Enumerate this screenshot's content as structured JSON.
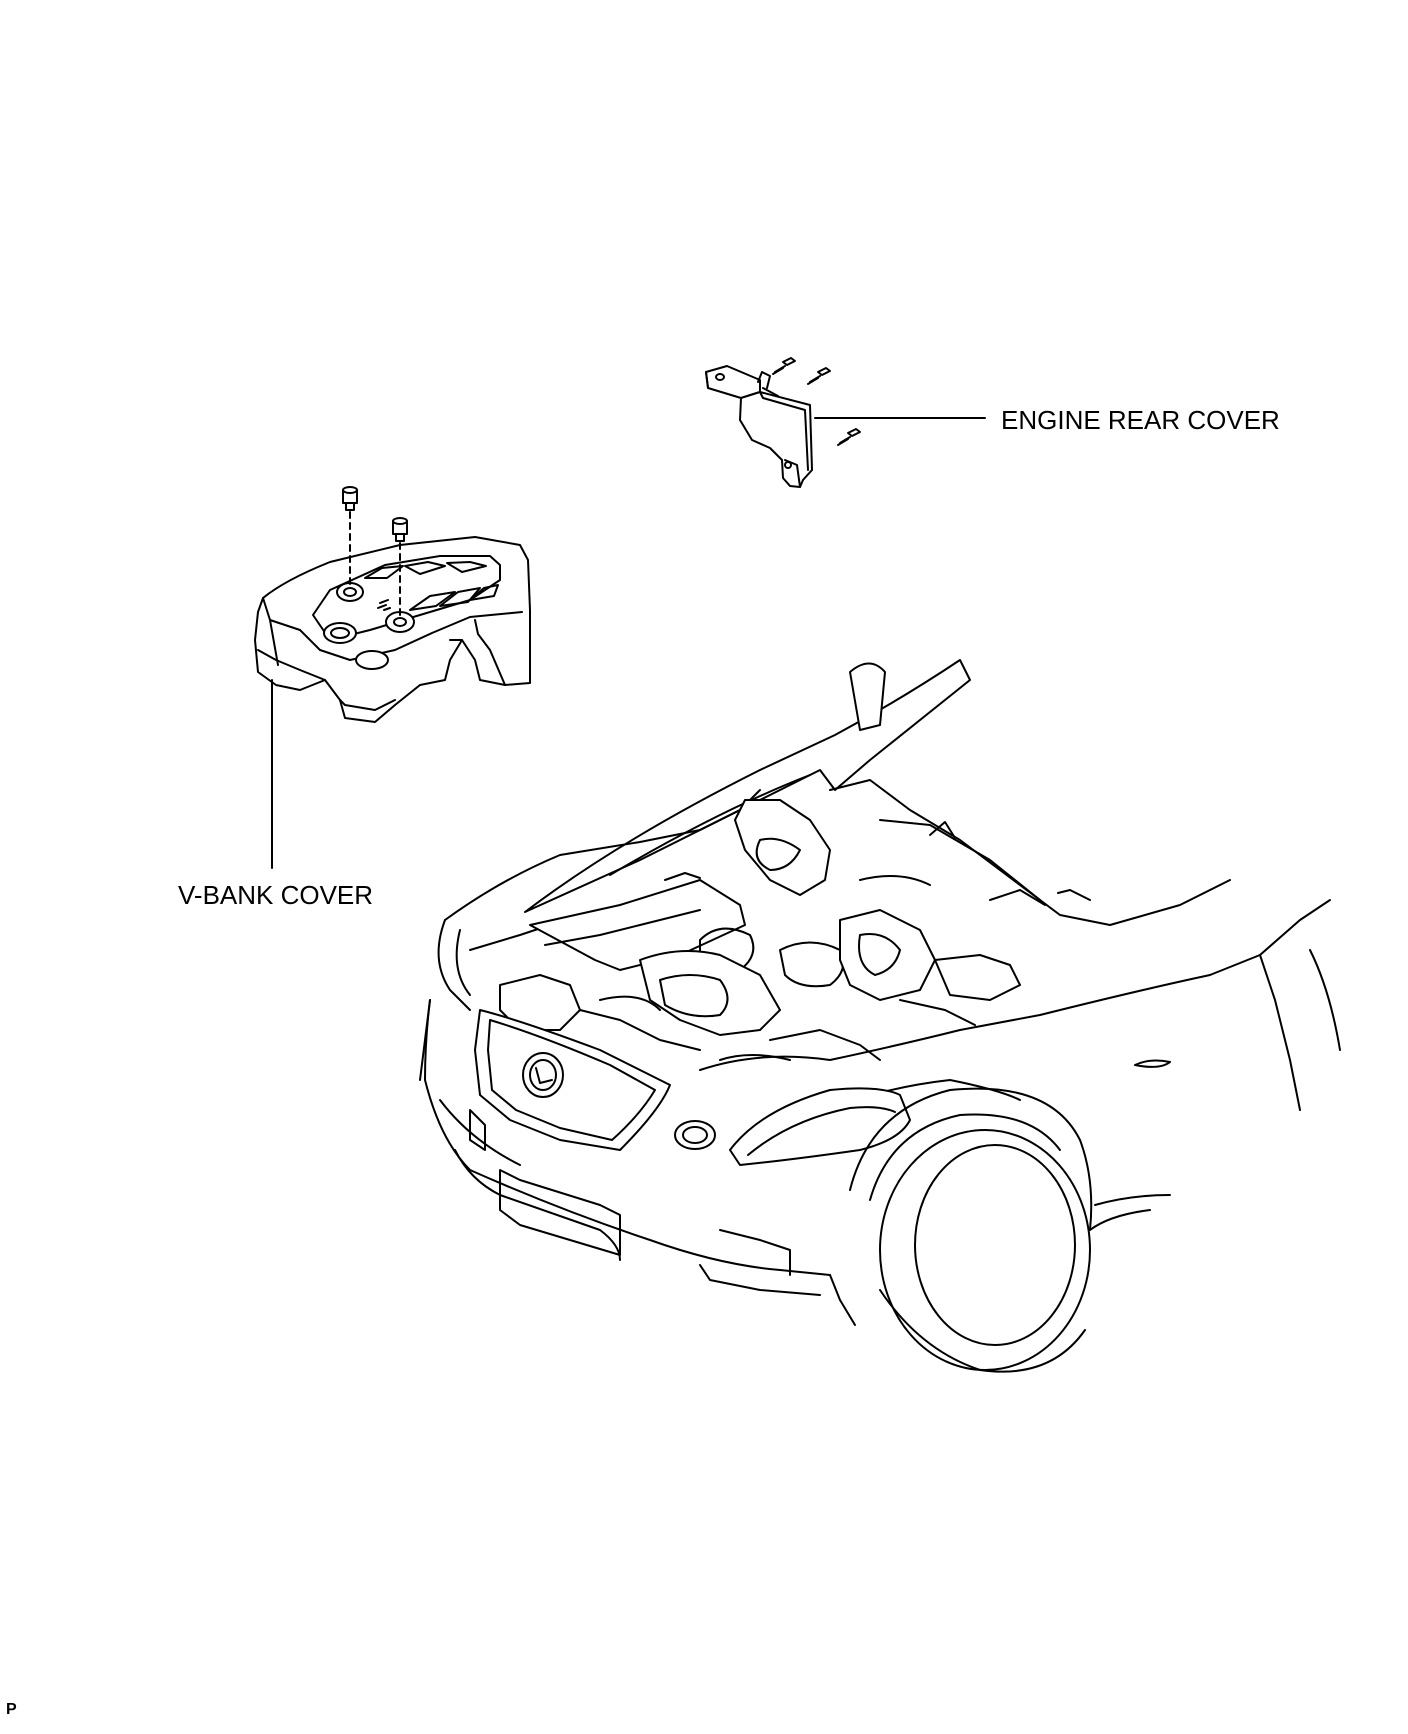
{
  "labels": {
    "engine_rear_cover": "ENGINE REAR COVER",
    "v_bank_cover": "V-BANK COVER"
  },
  "corner_code": "P",
  "colors": {
    "line": "#000000",
    "background": "#ffffff",
    "part_fill": "#ffffff"
  }
}
